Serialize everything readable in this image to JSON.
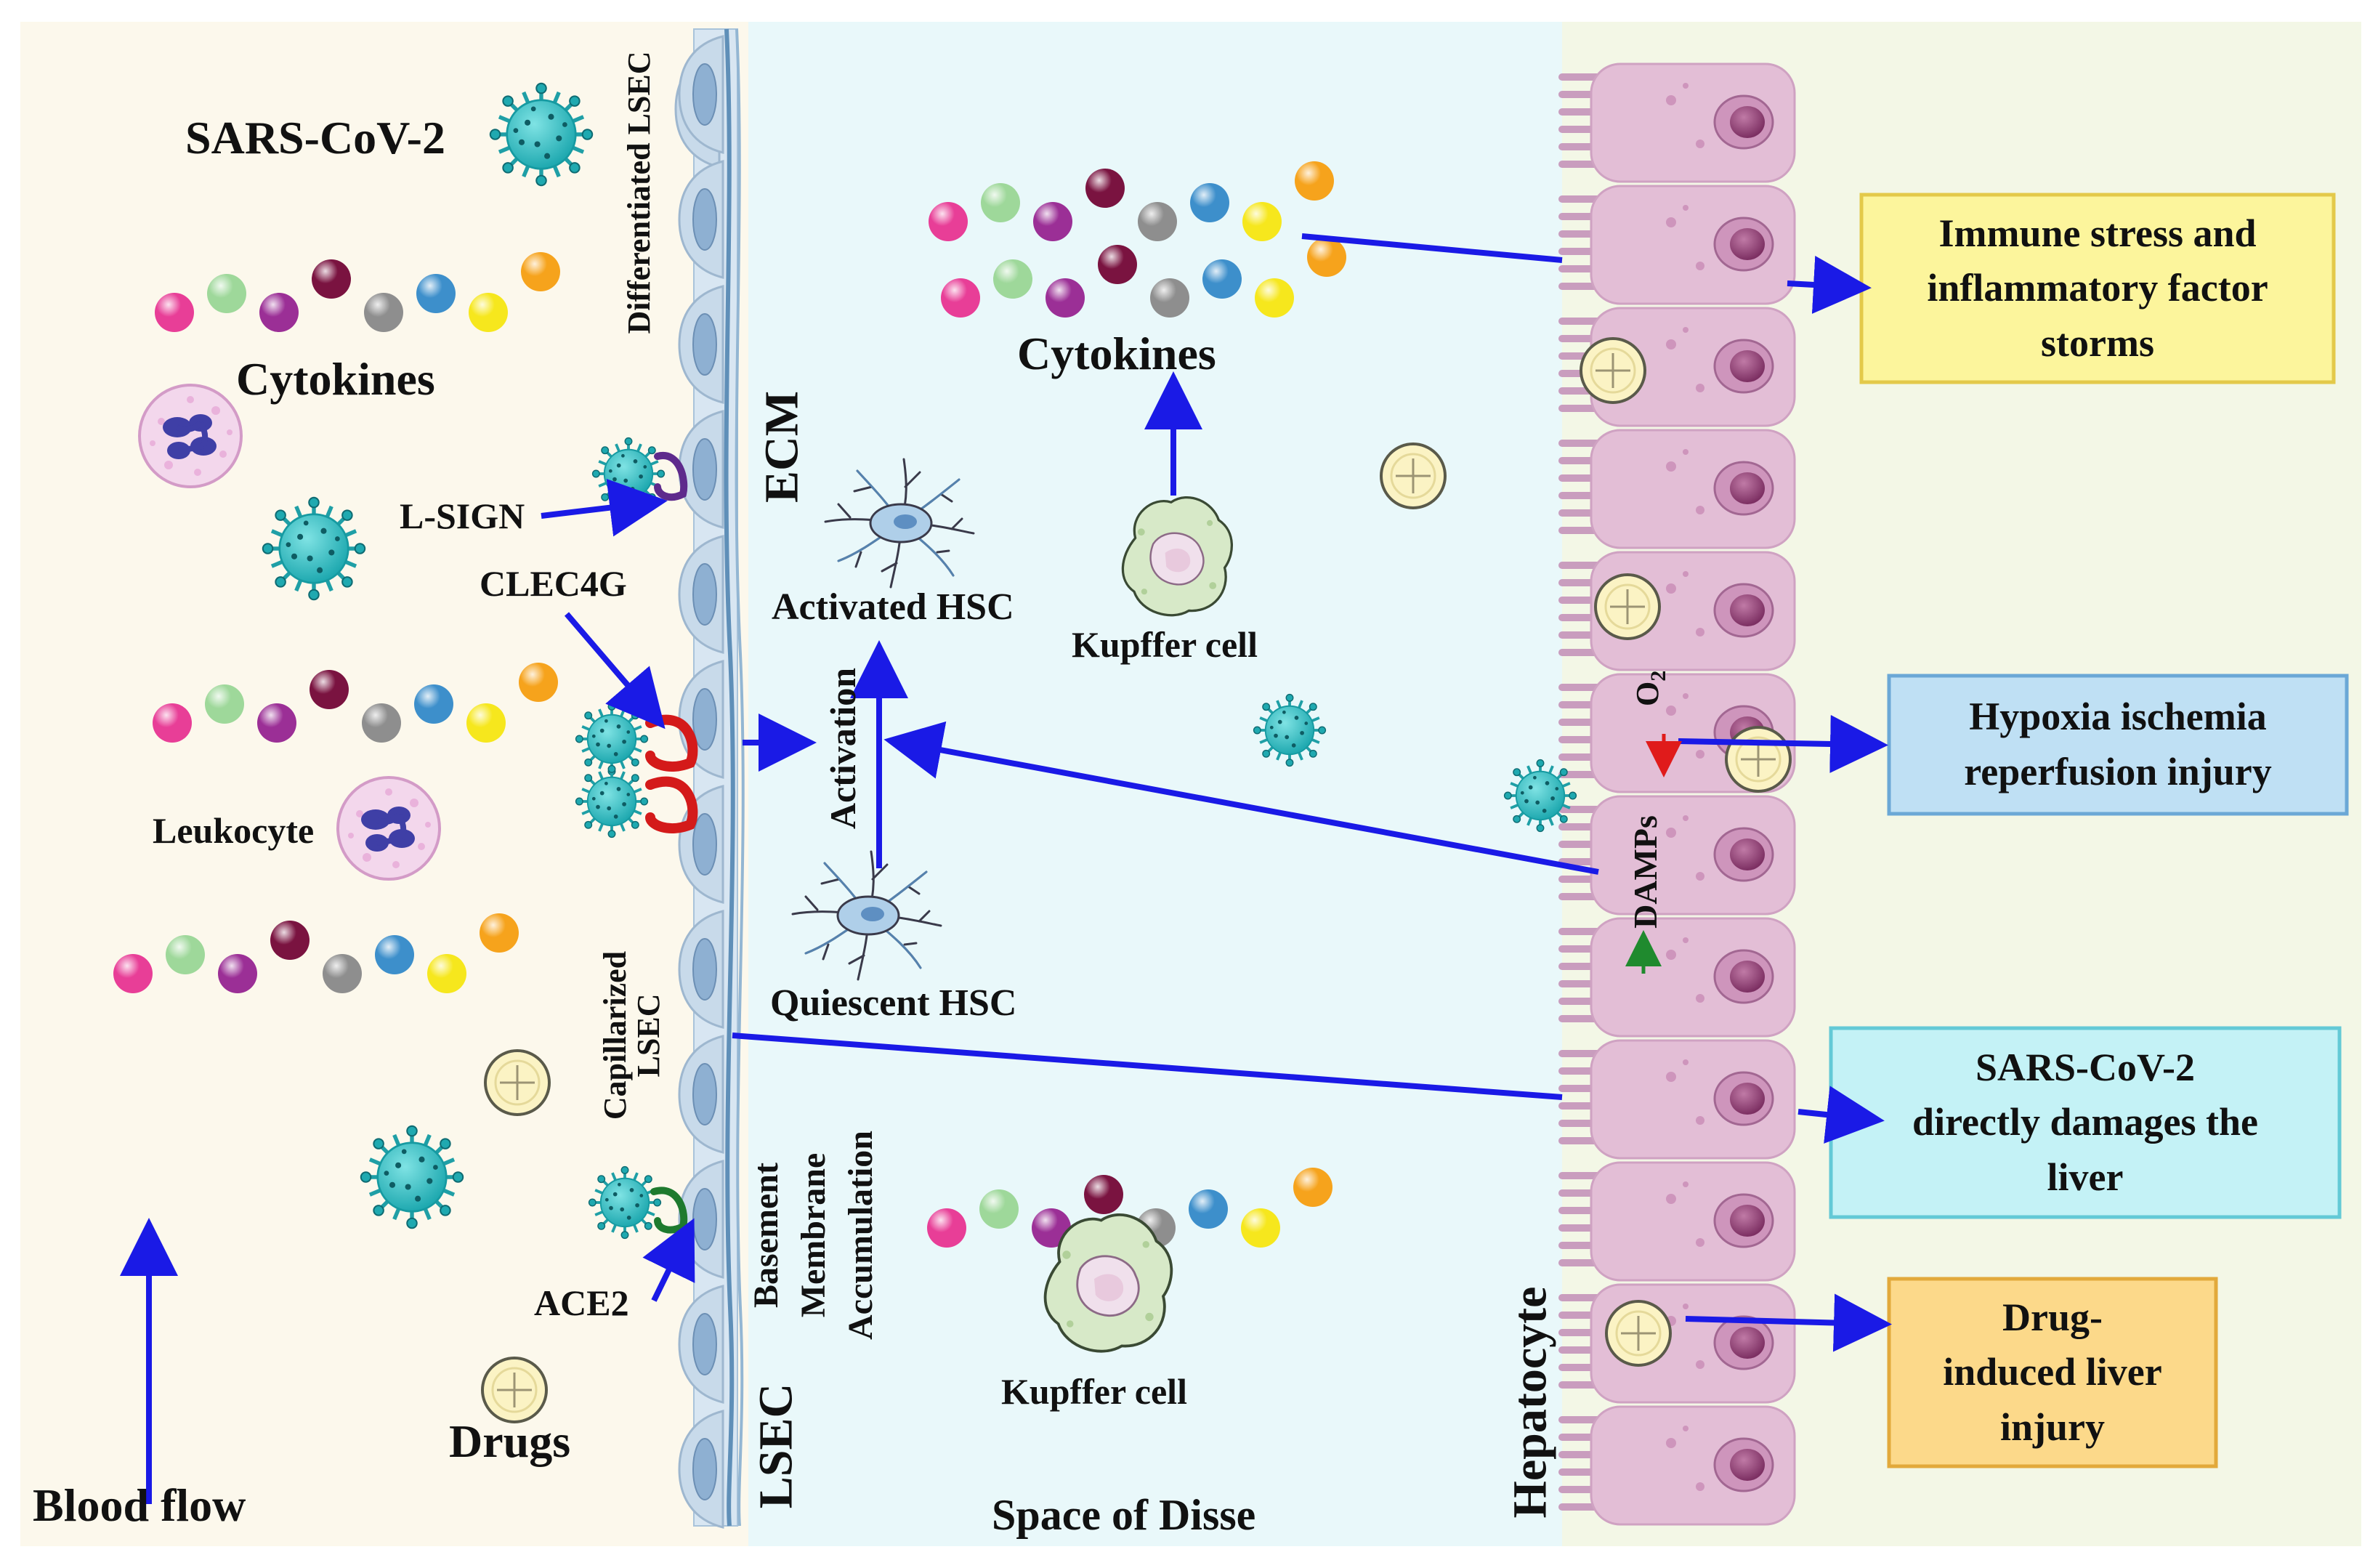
{
  "labels": {
    "sars_cov_2": "SARS-CoV-2",
    "cytokines_left": "Cytokines",
    "cytokines_center": "Cytokines",
    "l_sign": "L-SIGN",
    "clec4g": "CLEC4G",
    "leukocyte": "Leukocyte",
    "ace2": "ACE2",
    "drugs": "Drugs",
    "blood_flow": "Blood flow",
    "differentiated_lsec": "Differentiated LSEC",
    "capillarized_lsec": "Capillarized\nLSEC",
    "ecm": "ECM",
    "lsec": "LSEC",
    "activated_hsc": "Activated HSC",
    "quiescent_hsc": "Quiescent HSC",
    "kupffer_top": "Kupffer cell",
    "kupffer_bottom": "Kupffer cell",
    "activation": "Activation",
    "basement_membrane": "Basement\nMembrane\nAccumulation",
    "space_of_disse": "Space of Disse",
    "hepatocyte": "Hepatocyte",
    "damps": "DAMPs",
    "o2": "O"
  },
  "outcomes": [
    {
      "text": "Immune stress and\ninflammatory factor\nstorms",
      "fill": "#FCF59C",
      "stroke": "#E3C94A"
    },
    {
      "text": "Hypoxia ischemia\nreperfusion injury",
      "fill": "#BFE0F4",
      "stroke": "#6BA8D6"
    },
    {
      "text": "SARS-CoV-2\ndirectly damages the\nliver",
      "fill": "#C4F2F6",
      "stroke": "#63C9D6"
    },
    {
      "text": "Drug-\ninduced liver\ninjury",
      "fill": "#FCD98A",
      "stroke": "#E2A93B"
    }
  ],
  "colors": {
    "blood_region": "#FCF8EC",
    "disse_region": "#E9F8FA",
    "hepatocyte_region": "#F3F7E6",
    "hepatocyte_cell": "#E3BED6",
    "arrow": "#1A1AE6",
    "lsec_cell": "#C8DAEA",
    "virus": "#3CC6C9",
    "receptor_red": "#D41A1A",
    "receptor_green": "#1E7A2E",
    "receptor_purple": "#5E2A8C",
    "cytokine_palette": [
      "#E83E97",
      "#9ED89A",
      "#9B2F96",
      "#7A1340",
      "#8E8E8E",
      "#3D8FCB",
      "#F6E71D",
      "#F6A31C"
    ]
  },
  "icons": [
    "virus-icon",
    "cytokine-ball-icon",
    "leukocyte-icon",
    "pill-icon",
    "hsc-cell-icon",
    "kupffer-cell-icon",
    "hepatocyte-cell-icon",
    "lsec-cell-icon"
  ]
}
